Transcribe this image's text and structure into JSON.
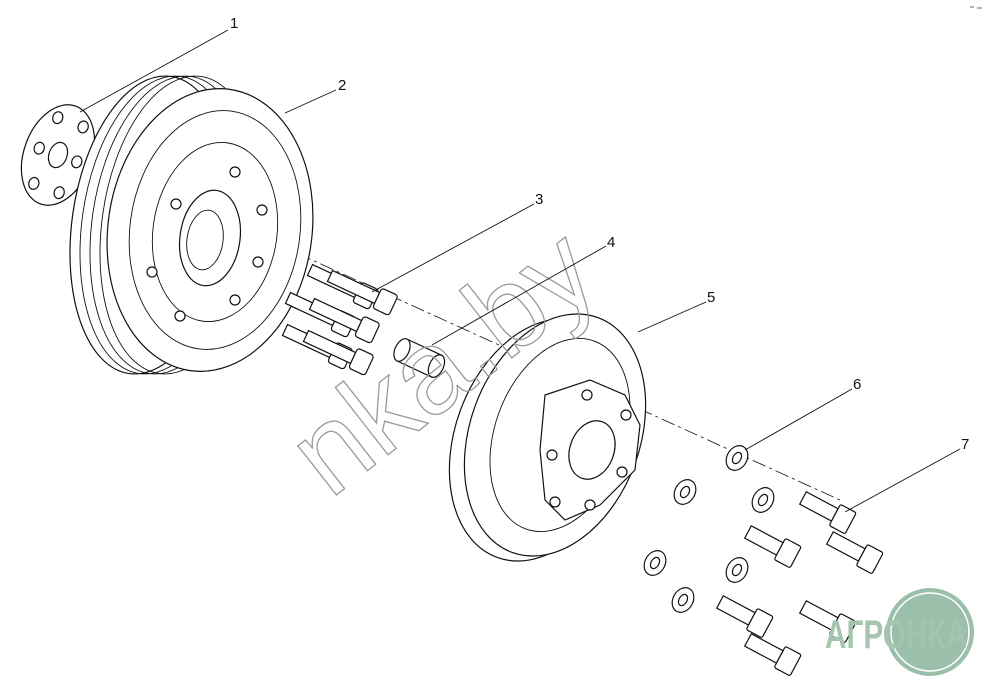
{
  "diagram": {
    "callouts": [
      "1",
      "2",
      "3",
      "4",
      "5",
      "6",
      "7"
    ],
    "watermark": "nka.by",
    "logo": {
      "text": "АГРОНКА",
      "color": "#9bbfaa"
    }
  }
}
